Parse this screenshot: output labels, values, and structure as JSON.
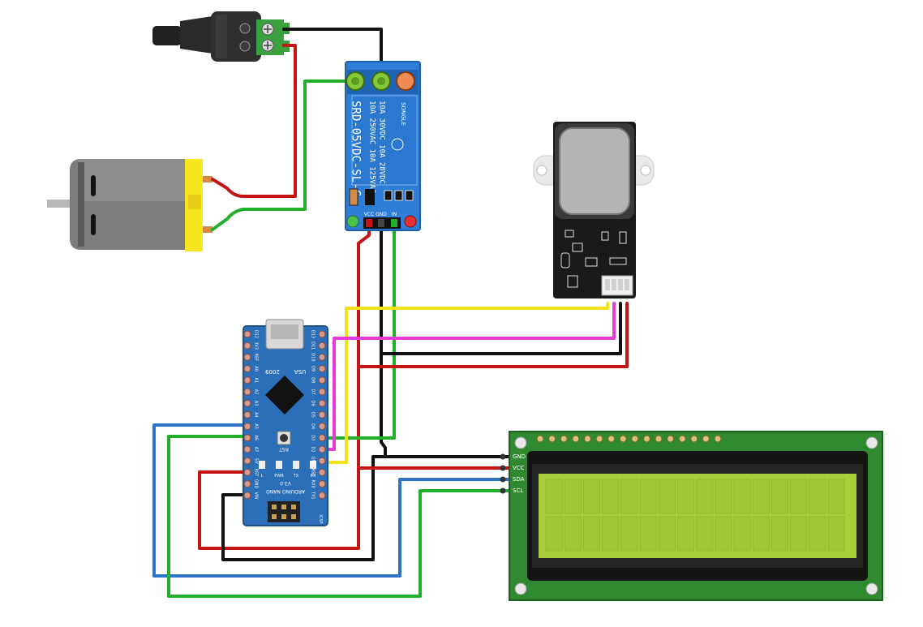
{
  "relay": {
    "model": "SRD-05VDC-SL-C",
    "ratings": [
      "10A 250VAC  10A 125VAC",
      "10A 30VDC  10A 28VDC"
    ],
    "brand": "SONGLE",
    "pins": [
      "VCC",
      "GND",
      "IN"
    ]
  },
  "arduino": {
    "year": "2009",
    "usb_label": "USA",
    "model": "ARDUINO NANO",
    "version": "V3.0",
    "reset_label": "RST",
    "leds": [
      "L",
      "PWR",
      "TX",
      "RX"
    ],
    "left_pins": [
      "D12",
      "3V3",
      "REF",
      "A0",
      "A1",
      "A2",
      "A3",
      "A4",
      "A5",
      "A6",
      "A7",
      "5V",
      "RST",
      "GND",
      "VIN"
    ],
    "right_pins": [
      "D13",
      "D11",
      "D10",
      "D9",
      "D8",
      "D7",
      "D6",
      "D5",
      "D4",
      "D3",
      "D2",
      "GND",
      "RST",
      "RX0",
      "TX1"
    ],
    "icsp_label": "ICSP"
  },
  "lcd": {
    "pins": [
      "GND",
      "VCC",
      "SDA",
      "SCL"
    ]
  },
  "colors": {
    "wire_red": "#c41414",
    "wire_black": "#111111",
    "wire_green": "#22b02c",
    "wire_yellow": "#f2e21a",
    "wire_magenta": "#e63ad8",
    "wire_blue": "#2f74c9",
    "relay_blue": "#2e7dd6",
    "nano_blue": "#2a6fb8",
    "lcd_green": "#2f8a2f",
    "lcd_screen": "#a6cf3a"
  }
}
